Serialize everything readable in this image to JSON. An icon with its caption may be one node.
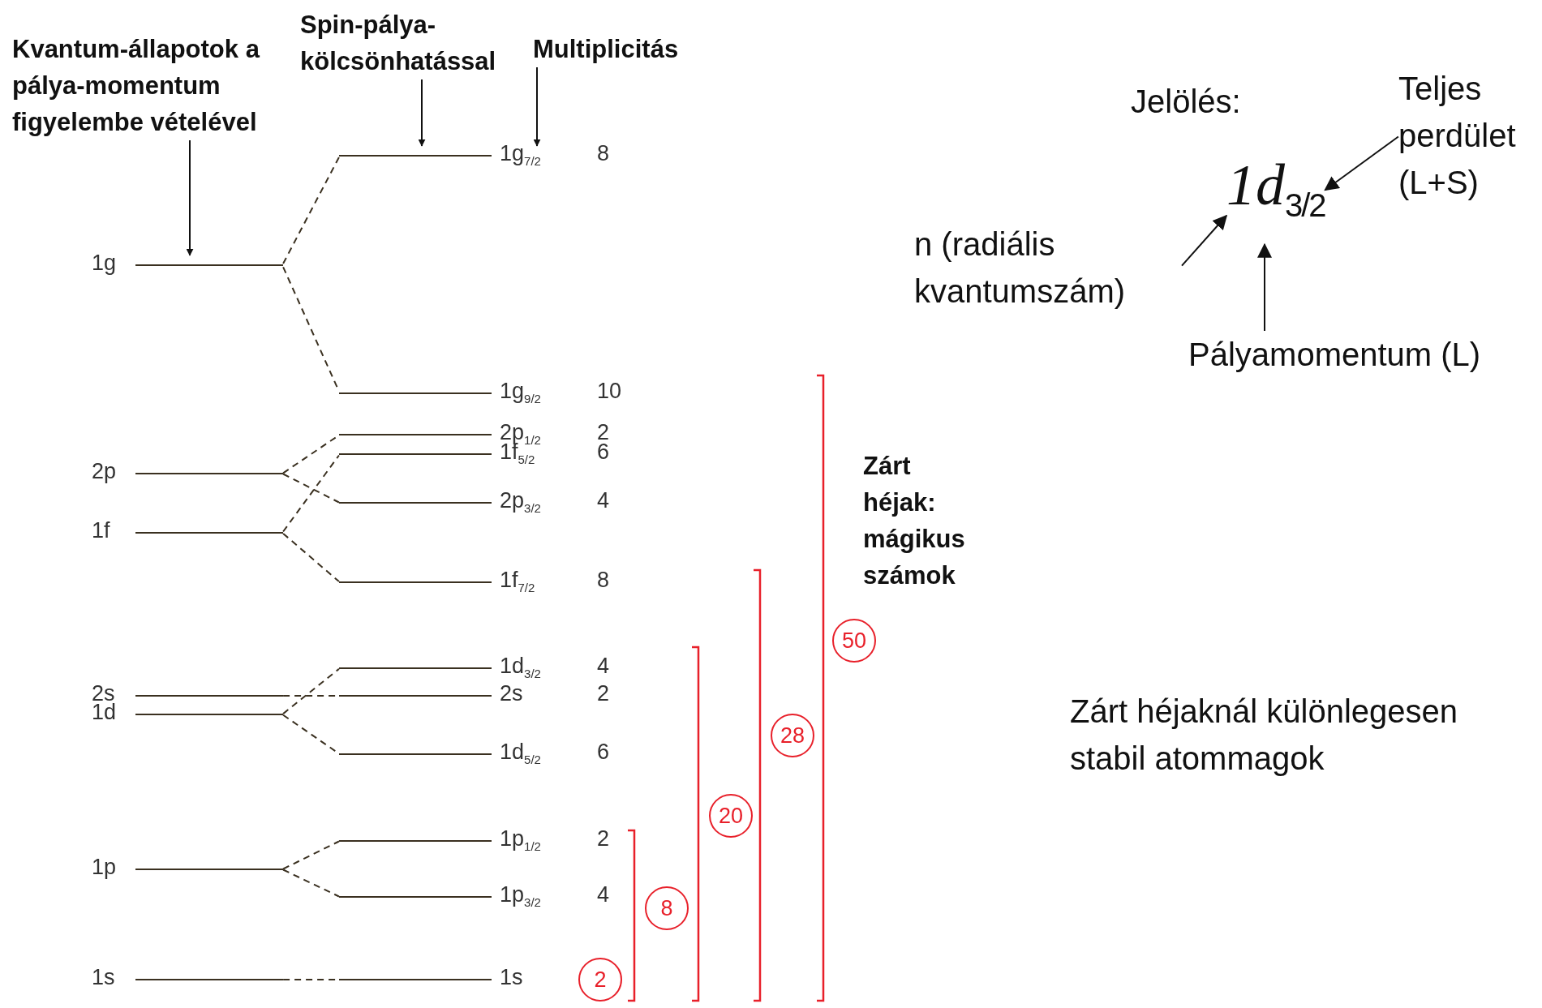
{
  "diagram": {
    "nodes": [
      {
        "text": [
          "Kvantum-állapotok a pálya-momentum figyelembe vételével"
        ]
      },
      {
        "text": [
          "Spin-pálya-kölcsönhatással"
        ]
      },
      {
        "text": [
          "Multiplicitás"
        ]
      },
      {
        "text": [
          "1g$_{7/2}$"
        ],
        "beside": [
          "8"
        ]
      },
      {
        "text": [
          "1g"
        ]
      },
      {
        "text": [
          "1g$_{9/2}$"
        ],
        "beside": [
          "10"
        ]
      },
      {
        "text": [
          "2p$_{1/2}$"
        ],
        "beside": [
          "2"
        ]
      },
      {
        "text": [
          "1f$_{5/2}$"
        ],
        "beside": [
          "6"
        ]
      },
      {
        "text": [
          "2p"
        ]
      },
      {
        "text": [
          "2p$_{3/2}$"
        ],
        "beside": [
          "4"
        ]
      },
      {
        "text": [
          "1f"
        ]
      },
      {
        "text": [
          "1f$_{7/2}$"
        ],
        "beside": [
          "8"
        ]
      },
      {
        "text": [
          "50"
        ]
      },
      {
        "text": [
          "1d$_{3/2}$"
        ],
        "beside": [
          "4"
        ]
      },
      {
        "text": [
          "2s"
        ]
      },
      {
        "text": [
          "2s"
        ],
        "beside": [
          "2"
        ]
      },
      {
        "text": [
          "1d"
        ]
      },
      {
        "text": [
          "28"
        ]
      },
      {
        "text": [
          "1d$_{5/2}$"
        ],
        "beside": [
          "6"
        ]
      },
      {
        "text": [
          "20"
        ]
      },
      {
        "text": [
          "1p$_{1/2}$"
        ],
        "beside": [
          "2"
        ]
      },
      {
        "text": [
          "1p"
        ]
      },
      {
        "text": [
          "1p$_{3/2}$"
        ],
        "beside": [
          "4"
        ]
      },
      {
        "text": [
          "8"
        ]
      },
      {
        "text": [
          "1s"
        ]
      },
      {
        "text": [
          "1s"
        ]
      },
      {
        "text": [
          "2"
        ]
      },
      {
        "text": [
          "1d$_{3/2}$"
        ]
      },
      {
        "text": [
          "Teljes perdület (L+S)"
        ]
      },
      {
        "text": [
          "n (radiális kvantumszám)"
        ]
      },
      {
        "text": [
          "Pályamomentum (L)"
        ]
      }
    ],
    "edges": [
      {
        "from": 0,
        "to": 4,
        "arrow": "to"
      },
      {
        "from": 1,
        "to": 3,
        "arrow": "to"
      },
      {
        "from": 2,
        "to": 3,
        "arrow": "to"
      },
      {
        "from": 4,
        "to": 3,
        "arrow": "none",
        "style": "dashed"
      },
      {
        "from": 4,
        "to": 5,
        "arrow": "none",
        "style": "dashed"
      },
      {
        "from": 8,
        "to": 6,
        "arrow": "none",
        "style": "dashed"
      },
      {
        "from": 8,
        "to": 9,
        "arrow": "none",
        "style": "dashed"
      },
      {
        "from": 10,
        "to": 7,
        "arrow": "none",
        "style": "dashed"
      },
      {
        "from": 10,
        "to": 11,
        "arrow": "none",
        "style": "dashed"
      },
      {
        "from": 14,
        "to": 15,
        "arrow": "none",
        "style": "dashed"
      },
      {
        "from": 16,
        "to": 13,
        "arrow": "none",
        "style": "dashed"
      },
      {
        "from": 16,
        "to": 18,
        "arrow": "none",
        "style": "dashed"
      },
      {
        "from": 21,
        "to": 20,
        "arrow": "none",
        "style": "dashed"
      },
      {
        "from": 21,
        "to": 22,
        "arrow": "none",
        "style": "dashed"
      },
      {
        "from": 24,
        "to": 25,
        "arrow": "none",
        "style": "dashed"
      },
      {
        "from": 29,
        "to": 27,
        "arrow": "to"
      },
      {
        "from": 30,
        "to": 27,
        "arrow": "to"
      },
      {
        "from": 28,
        "to": 27,
        "arrow": "to"
      }
    ],
    "labels": [
      "Jelölés:",
      "Zárt héjak: mágikus számok",
      "Zárt héjaknál különlegesen stabil atommagok"
    ]
  }
}
